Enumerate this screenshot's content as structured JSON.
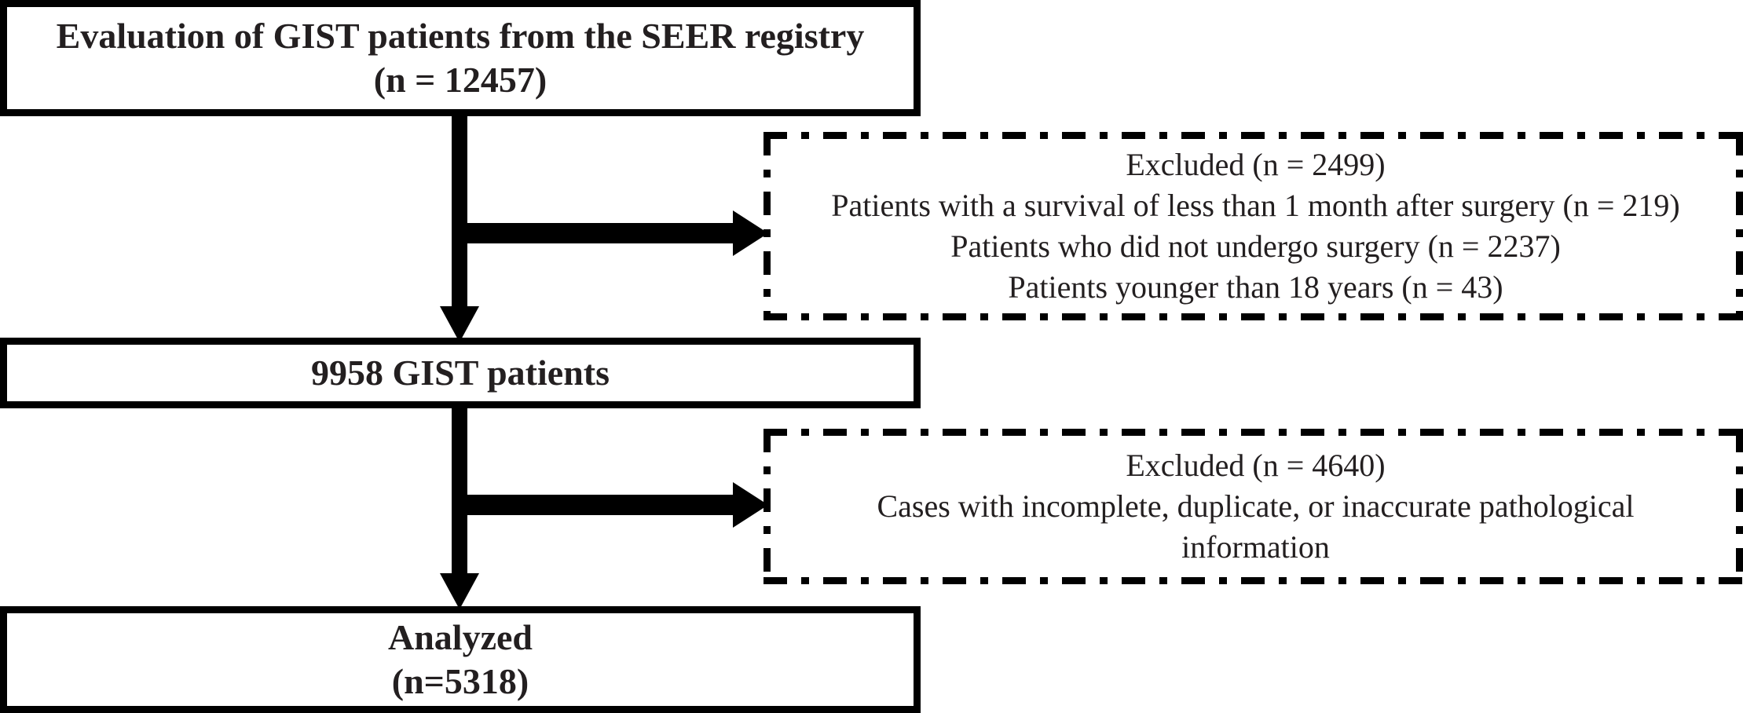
{
  "diagram": {
    "type": "flowchart",
    "title": "GIST SEER patient selection flow",
    "orientation": "top-to-bottom",
    "accent_color": "#000000",
    "text_color": "#231f20",
    "background_color": "#ffffff"
  },
  "nodes": {
    "source": {
      "id": "source-cohort",
      "line1": "Evaluation of GIST patients from the SEER registry",
      "line2": "(n = 12457)",
      "count": 12457,
      "style": "solid-box",
      "emphasis": "bold"
    },
    "midpool": {
      "id": "post-exclusion-cohort",
      "line1": "9958 GIST patients",
      "count": 9958,
      "style": "solid-box",
      "emphasis": "bold"
    },
    "analyzed": {
      "id": "analyzed-cohort",
      "line1": "Analyzed",
      "line2": "(n=5318)",
      "count": 5318,
      "style": "solid-box",
      "emphasis": "bold"
    }
  },
  "exclusions": {
    "first": {
      "id": "exclusion-step-1",
      "style": "dash-dot-box",
      "total": 2499,
      "lines": [
        "Excluded (n = 2499)",
        "Patients with a survival of less than 1 month after surgery (n = 219)",
        "Patients who did not undergo surgery (n = 2237)",
        "Patients younger than 18 years (n = 43)"
      ],
      "reasons": [
        {
          "reason": "Patients with a survival of less than 1 month after surgery",
          "n": 219
        },
        {
          "reason": "Patients who did not undergo surgery",
          "n": 2237
        },
        {
          "reason": "Patients younger than 18 years",
          "n": 43
        }
      ]
    },
    "second": {
      "id": "exclusion-step-2",
      "style": "dash-dot-box",
      "total": 4640,
      "lines": [
        "Excluded (n = 4640)",
        "Cases with incomplete, duplicate, or inaccurate pathological",
        "information"
      ],
      "reasons": [
        {
          "reason": "Cases with incomplete, duplicate, or inaccurate pathological information",
          "n": 4640
        }
      ]
    }
  },
  "connectors": [
    {
      "id": "flow-source-to-midpool",
      "icon": "arrow-down-icon",
      "direction": "down",
      "from": "source-cohort",
      "to": "post-exclusion-cohort"
    },
    {
      "id": "flow-source-to-exclusion-1",
      "icon": "arrow-right-icon",
      "direction": "right",
      "from": "source-cohort",
      "to": "exclusion-step-1"
    },
    {
      "id": "flow-midpool-to-analyzed",
      "icon": "arrow-down-icon",
      "direction": "down",
      "from": "post-exclusion-cohort",
      "to": "analyzed-cohort"
    },
    {
      "id": "flow-midpool-to-exclusion-2",
      "icon": "arrow-right-icon",
      "direction": "right",
      "from": "post-exclusion-cohort",
      "to": "exclusion-step-2"
    }
  ]
}
